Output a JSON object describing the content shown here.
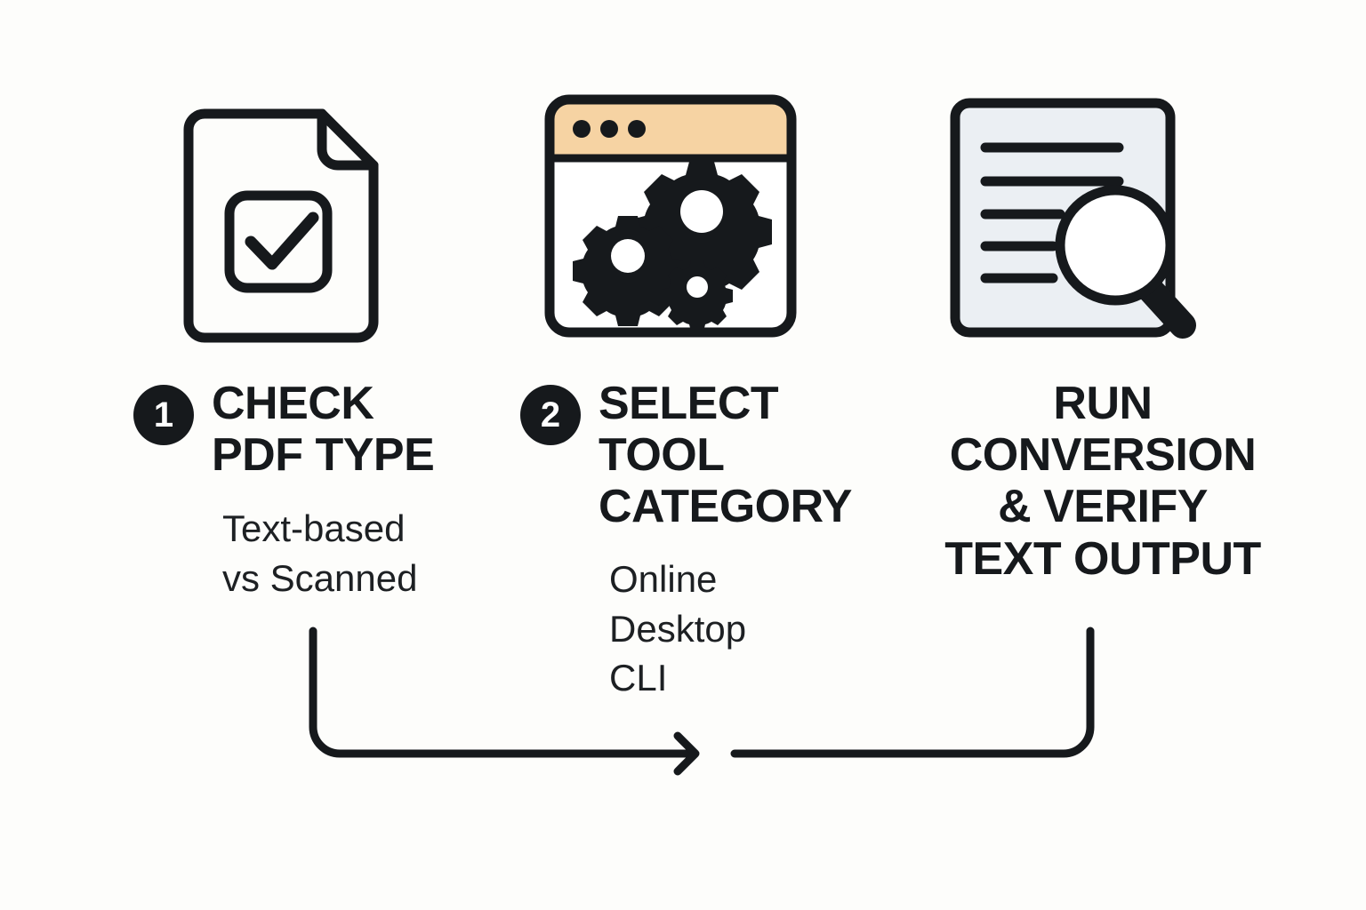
{
  "page": {
    "background_color": "#FDFDFB",
    "ink_color": "#16191C",
    "accent_color": "#F6D3A3",
    "paper_tint_color": "#EBEFF3"
  },
  "steps": [
    {
      "number": "1",
      "has_badge": true,
      "icon_name": "document-check-icon",
      "headline": "CHECK PDF TYPE",
      "headline_lines": [
        "CHECK",
        "PDF TYPE"
      ],
      "sublines": [
        "Text-based",
        "vs Scanned"
      ]
    },
    {
      "number": "2",
      "has_badge": true,
      "icon_name": "browser-gears-icon",
      "headline": "SELECT TOOL CATEGORY",
      "headline_lines": [
        "SELECT",
        "TOOL",
        "CATEGORY"
      ],
      "sublines": [
        "Online",
        "Desktop",
        "CLI"
      ]
    },
    {
      "number": "",
      "has_badge": false,
      "icon_name": "document-search-icon",
      "headline": "RUN CONVERSION & VERIFY TEXT OUTPUT",
      "headline_lines": [
        "RUN",
        "CONVERSION",
        "& VERIFY",
        "TEXT OUTPUT"
      ],
      "sublines": []
    }
  ],
  "connectors": [
    {
      "name": "connector-step1-to-step2",
      "has_arrowhead": true
    },
    {
      "name": "connector-step2-to-step3",
      "has_arrowhead": false
    }
  ]
}
